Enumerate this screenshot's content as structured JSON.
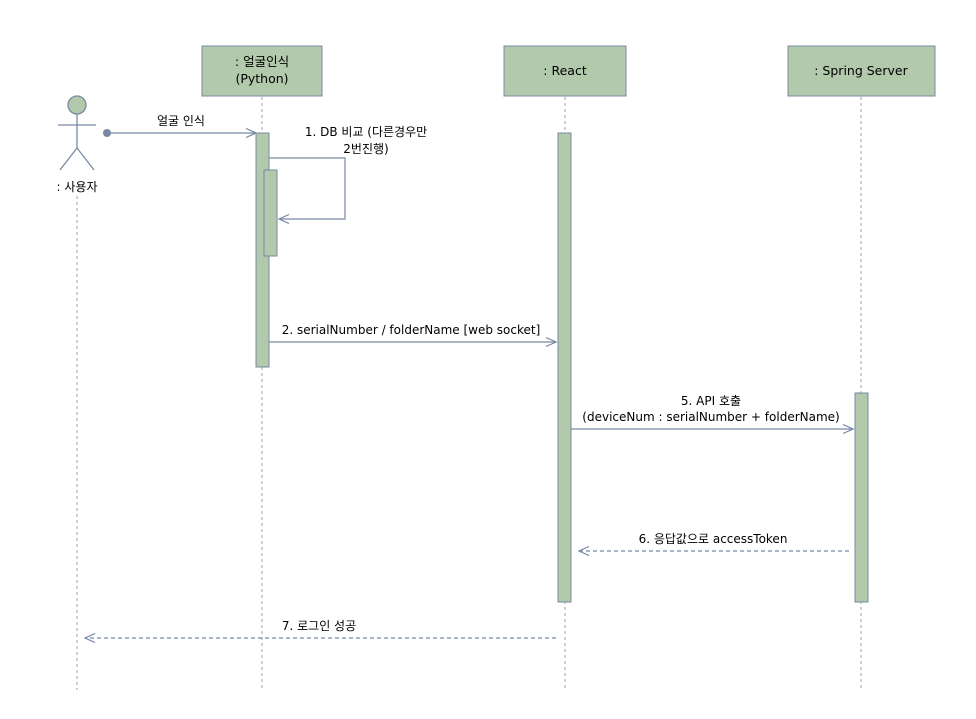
{
  "colors": {
    "box_fill": "#b2c9ab",
    "box_stroke": "#788aa3",
    "lifeline": "#9aa3ad",
    "arrow": "#788aa3"
  },
  "actor": {
    "name": ": 사용자",
    "icon": "stick-figure-icon"
  },
  "participants": {
    "face": {
      "line1": ": 얼굴인식",
      "line2": "(Python)"
    },
    "react": {
      "label": ": React"
    },
    "spring": {
      "label": ": Spring Server"
    }
  },
  "messages": {
    "m0": {
      "label": "얼굴 인식"
    },
    "m1": {
      "line1": "1. DB 비교 (다른경우만",
      "line2": "2번진행)"
    },
    "m2": {
      "label": "2. serialNumber / folderName [web socket]"
    },
    "m5": {
      "line1": "5. API 호출",
      "line2": "(deviceNum : serialNumber + folderName)"
    },
    "m6": {
      "label": "6. 응답값으로 accessToken"
    },
    "m7": {
      "label": "7. 로그인 성공"
    }
  }
}
